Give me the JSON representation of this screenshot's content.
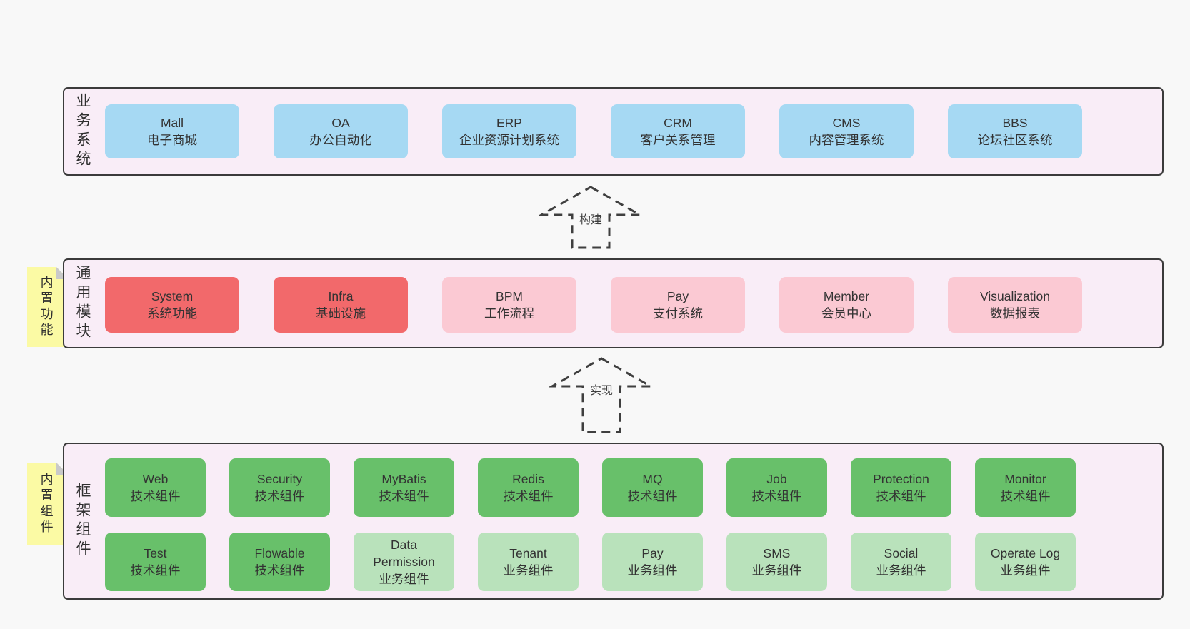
{
  "page": {
    "background": "#f8f8f8"
  },
  "colors": {
    "panel_bg": "#f9edf7",
    "panel_border": "#3b3b3b",
    "box_blue": "#a6d9f3",
    "box_red": "#f2696b",
    "box_pink": "#fbc9d3",
    "box_green_dark": "#68c06a",
    "box_green_light": "#b9e2bb",
    "sticky_yellow": "#fbfaa4",
    "sticky_fold_gray": "#c9c9c9",
    "text": "#333333"
  },
  "arrows": [
    {
      "label": "构建"
    },
    {
      "label": "实现"
    }
  ],
  "panels": [
    {
      "label": "业务系统",
      "boxes": [
        {
          "name": "Mall",
          "desc": "电子商城"
        },
        {
          "name": "OA",
          "desc": "办公自动化"
        },
        {
          "name": "ERP",
          "desc": "企业资源计划系统"
        },
        {
          "name": "CRM",
          "desc": "客户关系管理"
        },
        {
          "name": "CMS",
          "desc": "内容管理系统"
        },
        {
          "name": "BBS",
          "desc": "论坛社区系统"
        }
      ]
    },
    {
      "label": "通用模块",
      "sticky": "内置功能",
      "boxes": [
        {
          "name": "System",
          "desc": "系统功能"
        },
        {
          "name": "Infra",
          "desc": "基础设施"
        },
        {
          "name": "BPM",
          "desc": "工作流程"
        },
        {
          "name": "Pay",
          "desc": "支付系统"
        },
        {
          "name": "Member",
          "desc": "会员中心"
        },
        {
          "name": "Visualization",
          "desc": "数据报表"
        }
      ]
    },
    {
      "label": "框架组件",
      "sticky": "内置组件",
      "rows": [
        [
          {
            "name": "Web",
            "desc": "技术组件"
          },
          {
            "name": "Security",
            "desc": "技术组件"
          },
          {
            "name": "MyBatis",
            "desc": "技术组件"
          },
          {
            "name": "Redis",
            "desc": "技术组件"
          },
          {
            "name": "MQ",
            "desc": "技术组件"
          },
          {
            "name": "Job",
            "desc": "技术组件"
          },
          {
            "name": "Protection",
            "desc": "技术组件"
          },
          {
            "name": "Monitor",
            "desc": "技术组件"
          }
        ],
        [
          {
            "name": "Test",
            "desc": "技术组件"
          },
          {
            "name": "Flowable",
            "desc": "技术组件"
          },
          {
            "name": "Data Permission",
            "desc": "业务组件"
          },
          {
            "name": "Tenant",
            "desc": "业务组件"
          },
          {
            "name": "Pay",
            "desc": "业务组件"
          },
          {
            "name": "SMS",
            "desc": "业务组件"
          },
          {
            "name": "Social",
            "desc": "业务组件"
          },
          {
            "name": "Operate Log",
            "desc": "业务组件"
          }
        ]
      ]
    }
  ]
}
